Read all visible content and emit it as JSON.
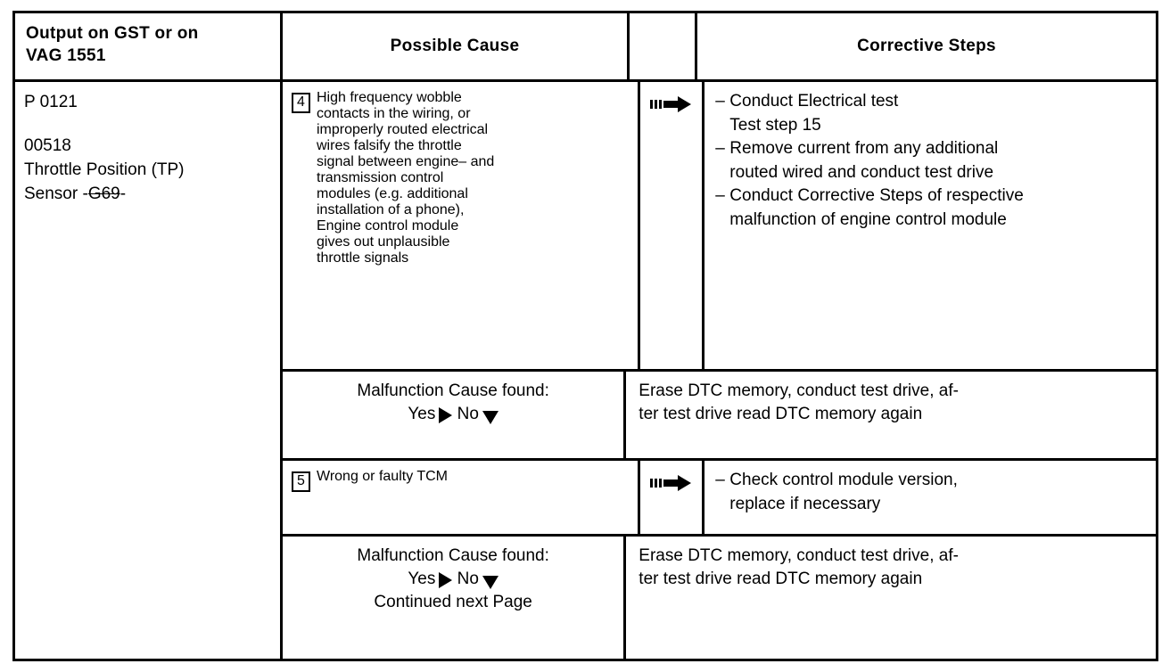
{
  "document": {
    "type": "diagnostic-fault-table",
    "headers": {
      "col1_line1": "Output  on GST or on",
      "col1_line2": "VAG   1551",
      "col2": "Possible    Cause",
      "col3": "Corrective    Steps"
    },
    "code_cell": {
      "dtc": "P 0121",
      "fault_number": "00518",
      "description_line1": "Throttle  Position  (TP)",
      "description_line2_prefix": "Sensor  -",
      "description_line2_strikethrough": "G69",
      "description_line2_suffix": "-"
    },
    "rows": [
      {
        "id": "row-cause-4",
        "number": "4",
        "cause_lines": [
          "High  frequency  wobble",
          "contacts  in  the  wiring,  or",
          "improperly  routed  electrical",
          "wires  falsify  the  throttle",
          "signal  between  engine–  and",
          "transmission    control",
          "modules  (e.g.  additional",
          "installation  of  a  phone),",
          "Engine  control  module",
          "gives  out  unplausible",
          "throttle  signals"
        ],
        "arrow_icon": "motion-arrow-right-icon",
        "steps": [
          {
            "dash": true,
            "text": "Conduct Electrical test"
          },
          {
            "dash": false,
            "text": "Test step 15"
          },
          {
            "dash": true,
            "text": "Remove  current  from  any  additional"
          },
          {
            "dash": false,
            "text": "routed wired and conduct test drive"
          },
          {
            "dash": true,
            "text": "Conduct  Corrective  Steps  of  respective"
          },
          {
            "dash": false,
            "text": "malfunction  of  engine  control  module"
          }
        ]
      },
      {
        "id": "row-malfunction-1",
        "question": "Malfunction Cause found:",
        "yes_label": "Yes",
        "no_label": "No",
        "yes_icon": "triangle-right-icon",
        "no_icon": "triangle-down-icon",
        "steps_lines": [
          "Erase DTC memory, conduct test drive, af-",
          "ter test drive read DTC memory again"
        ]
      },
      {
        "id": "row-cause-5",
        "number": "5",
        "cause_lines": [
          "Wrong  or  faulty  TCM"
        ],
        "arrow_icon": "motion-arrow-right-icon",
        "steps": [
          {
            "dash": true,
            "text": "Check control module version,"
          },
          {
            "dash": false,
            "text": "replace if necessary"
          }
        ]
      },
      {
        "id": "row-malfunction-2",
        "question": "Malfunction Cause found:",
        "yes_label": "Yes",
        "no_label": "No",
        "yes_icon": "triangle-right-icon",
        "no_icon": "triangle-down-icon",
        "continued_label": "Continued next  Page",
        "steps_lines": [
          "Erase DTC memory, conduct test drive, af-",
          "ter test drive read DTC memory again"
        ]
      }
    ],
    "colors": {
      "ink": "#000000",
      "paper": "#ffffff"
    }
  }
}
